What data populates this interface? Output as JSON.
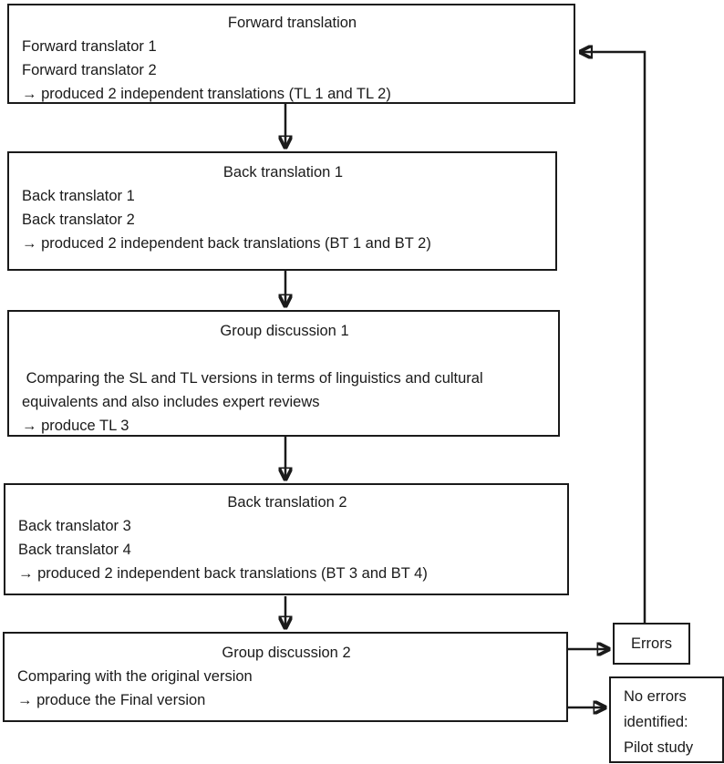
{
  "diagram": {
    "boxes": {
      "forward_translation": {
        "title": "Forward translation",
        "lines": [
          "Forward translator 1",
          "Forward translator 2",
          "→ produced 2 independent translations (TL 1 and TL 2)"
        ]
      },
      "back_translation_1": {
        "title": "Back translation 1",
        "lines": [
          "Back translator 1",
          "Back translator 2",
          "→ produced 2 independent back translations (BT 1 and BT 2)"
        ]
      },
      "group_discussion_1": {
        "title": "Group discussion 1",
        "lines": [
          "",
          " Comparing the SL and TL versions in terms of linguistics and cultural",
          "equivalents and also includes expert reviews",
          "→ produce TL 3"
        ]
      },
      "back_translation_2": {
        "title": "Back translation 2",
        "lines": [
          "Back translator 3",
          "Back translator 4",
          "→ produced 2 independent back translations (BT 3 and BT 4)"
        ]
      },
      "group_discussion_2": {
        "title": "Group discussion 2",
        "lines": [
          "Comparing with the original version",
          "→ produce the Final version"
        ]
      },
      "errors": {
        "label": "Errors"
      },
      "no_errors": {
        "lines": [
          "No errors",
          "identified:",
          "Pilot study"
        ]
      }
    },
    "colors": {
      "line": "#1a1a1a",
      "background": "#ffffff",
      "text": "#1a1a1a"
    }
  }
}
